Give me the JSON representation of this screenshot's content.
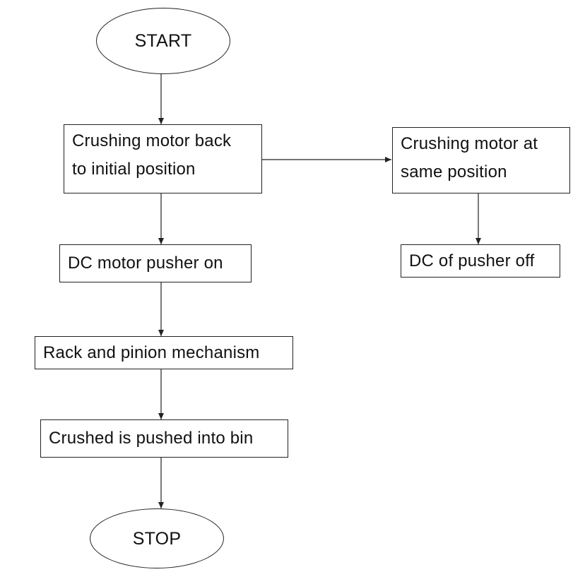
{
  "flowchart": {
    "start": "START",
    "step_crushing_back": "Crushing motor back\nto initial position",
    "step_crushing_same": "Crushing motor at\nsame position",
    "step_dc_pusher_on": "DC motor pusher on",
    "step_dc_pusher_off": "DC of pusher off",
    "step_rack_pinion": "Rack and pinion mechanism",
    "step_crushed_pushed": "Crushed is pushed into bin",
    "stop": "STOP"
  },
  "colors": {
    "line": "#222222",
    "background": "#ffffff"
  }
}
